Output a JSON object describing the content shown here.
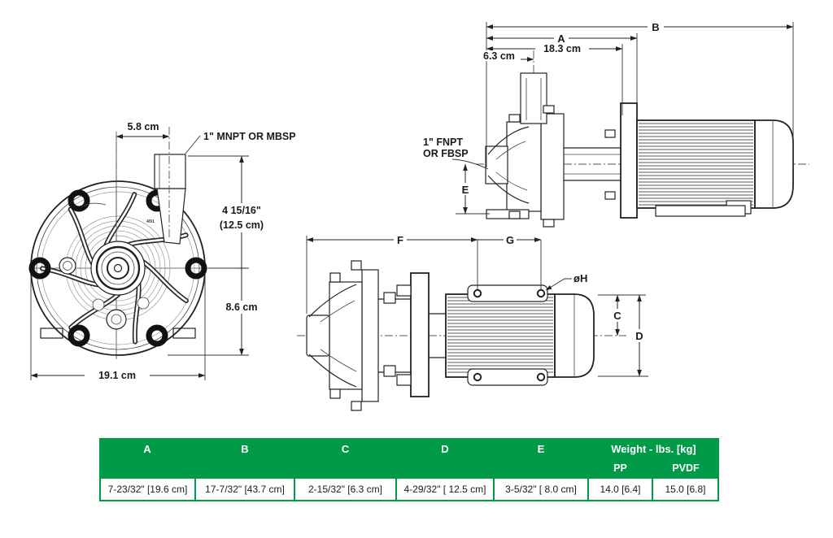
{
  "colors": {
    "accent_green": "#009A49",
    "line": "#222222"
  },
  "front_view": {
    "port_width": "5.8 cm",
    "port_thread": "1\" MNPT OR MBSP",
    "port_height_in": "4 15/16\"",
    "port_height_cm": "(12.5 cm)",
    "center_to_base": "8.6 cm",
    "overall_width": "19.1 cm",
    "cast_mark": "4/91"
  },
  "top_view": {
    "dim_b": "B",
    "dim_a": "A",
    "flange_dist": "18.3 cm",
    "inlet_offset": "6.3 cm",
    "inlet_thread_line1": "1\" FNPT",
    "inlet_thread_line2": "OR FBSP",
    "dim_e": "E"
  },
  "bottom_view": {
    "dim_f": "F",
    "dim_g": "G",
    "hole_dia": "øH",
    "dim_c": "C",
    "dim_d": "D"
  },
  "table": {
    "headers": [
      "A",
      "B",
      "C",
      "D",
      "E"
    ],
    "weight_header": "Weight - lbs. [kg]",
    "weight_subheaders": [
      "PP",
      "PVDF"
    ],
    "values": [
      "7-23/32\" [19.6 cm]",
      "17-7/32\" [43.7 cm]",
      "2-15/32\" [6.3 cm]",
      "4-29/32\" [ 12.5 cm]",
      "3-5/32\" [ 8.0 cm]",
      "14.0 [6.4]",
      "15.0 [6.8]"
    ]
  }
}
